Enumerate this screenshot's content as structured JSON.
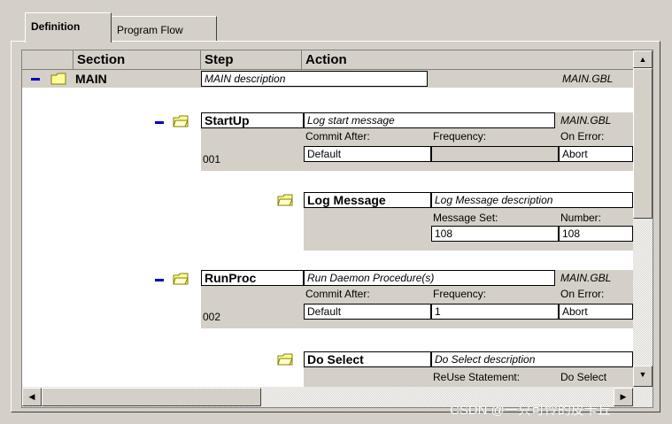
{
  "tabs": {
    "definition": "Definition",
    "program_flow": "Program Flow"
  },
  "columns": {
    "section": "Section",
    "step": "Step",
    "action": "Action"
  },
  "main": {
    "name": "MAIN",
    "description": "MAIN description",
    "file": "MAIN.GBL"
  },
  "startup": {
    "name": "StartUp",
    "description": "Log start message",
    "file": "MAIN.GBL",
    "commit_label": "Commit After:",
    "frequency_label": "Frequency:",
    "onerror_label": "On Error:",
    "step": "001",
    "commit": "Default",
    "frequency": "",
    "onerror": "Abort"
  },
  "logmessage": {
    "name": "Log Message",
    "description": "Log Message description",
    "set_label": "Message Set:",
    "number_label": "Number:",
    "set": "108",
    "number": "108"
  },
  "runproc": {
    "name": "RunProc",
    "description": "Run Daemon Procedure(s)",
    "file": "MAIN.GBL",
    "commit_label": "Commit After:",
    "frequency_label": "Frequency:",
    "onerror_label": "On Error:",
    "step": "002",
    "commit": "Default",
    "frequency": "1",
    "onerror": "Abort"
  },
  "doselect": {
    "name": "Do Select",
    "description": "Do Select description",
    "reuse_label": "ReUse Statement:",
    "reuse_value": "Do Select"
  },
  "watermark": "CSDN @一只可怜的皮卡丘"
}
